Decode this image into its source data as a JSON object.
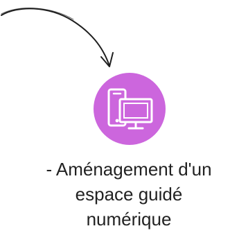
{
  "colors": {
    "icon_background": "#cc66dd",
    "icon_stroke": "#ffffff",
    "arrow_stroke": "#1f1f1f",
    "text": "#222222"
  },
  "arrow": {
    "icon": "curved-arrow-icon"
  },
  "device_icon": {
    "icon": "desktop-and-tablet-icon"
  },
  "caption": {
    "lines": [
      "- Aménagement d'un",
      "espace guidé",
      "numérique"
    ]
  }
}
